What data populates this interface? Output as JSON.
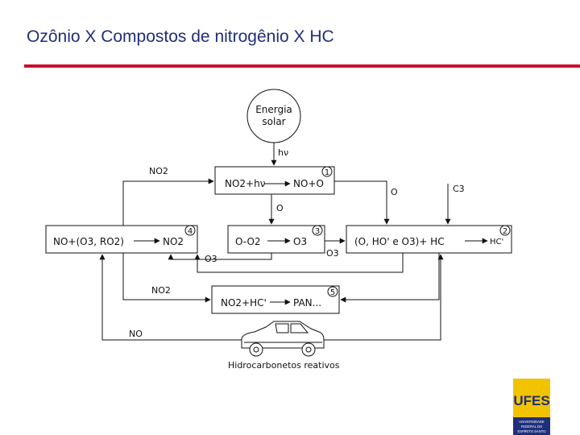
{
  "title": "Ozônio X Compostos de nitrogênio X HC",
  "diagram": {
    "sun_line1": "Energia",
    "sun_line2": "solar",
    "hv": "hν",
    "no2_top": "NO2",
    "o_mid": "O",
    "o_right": "O",
    "c3": "C3",
    "box1_left": "NO2+hν",
    "box1_right": "NO+O",
    "box1_num": "1",
    "box2_text": "(O, HO' e O3)+ HC",
    "box2_end": "HC'",
    "box2_num": "2",
    "box3_left": "O-O2",
    "box3_right": "O3",
    "box3_num": "3",
    "box4_left": "NO+(O3, RO2)",
    "box4_right": "NO2",
    "box4_num": "4",
    "box5_left": "NO2+HC'",
    "box5_right": "PAN...",
    "box5_num": "5",
    "o3_a": "O3",
    "o3_b": "O3",
    "no2_lower": "NO2",
    "no_label": "NO",
    "car_caption": "Hidrocarbonetos   reativos"
  },
  "logo": {
    "letters": "UFES",
    "line1": "UNIVERSIDADE",
    "line2": "FEDERAL DO",
    "line3": "ESPÍRITO SANTO",
    "primary": "#f2c300",
    "secondary": "#1f2f7a"
  },
  "colors": {
    "title": "#1f2f7a",
    "rule": "#c8102e"
  }
}
